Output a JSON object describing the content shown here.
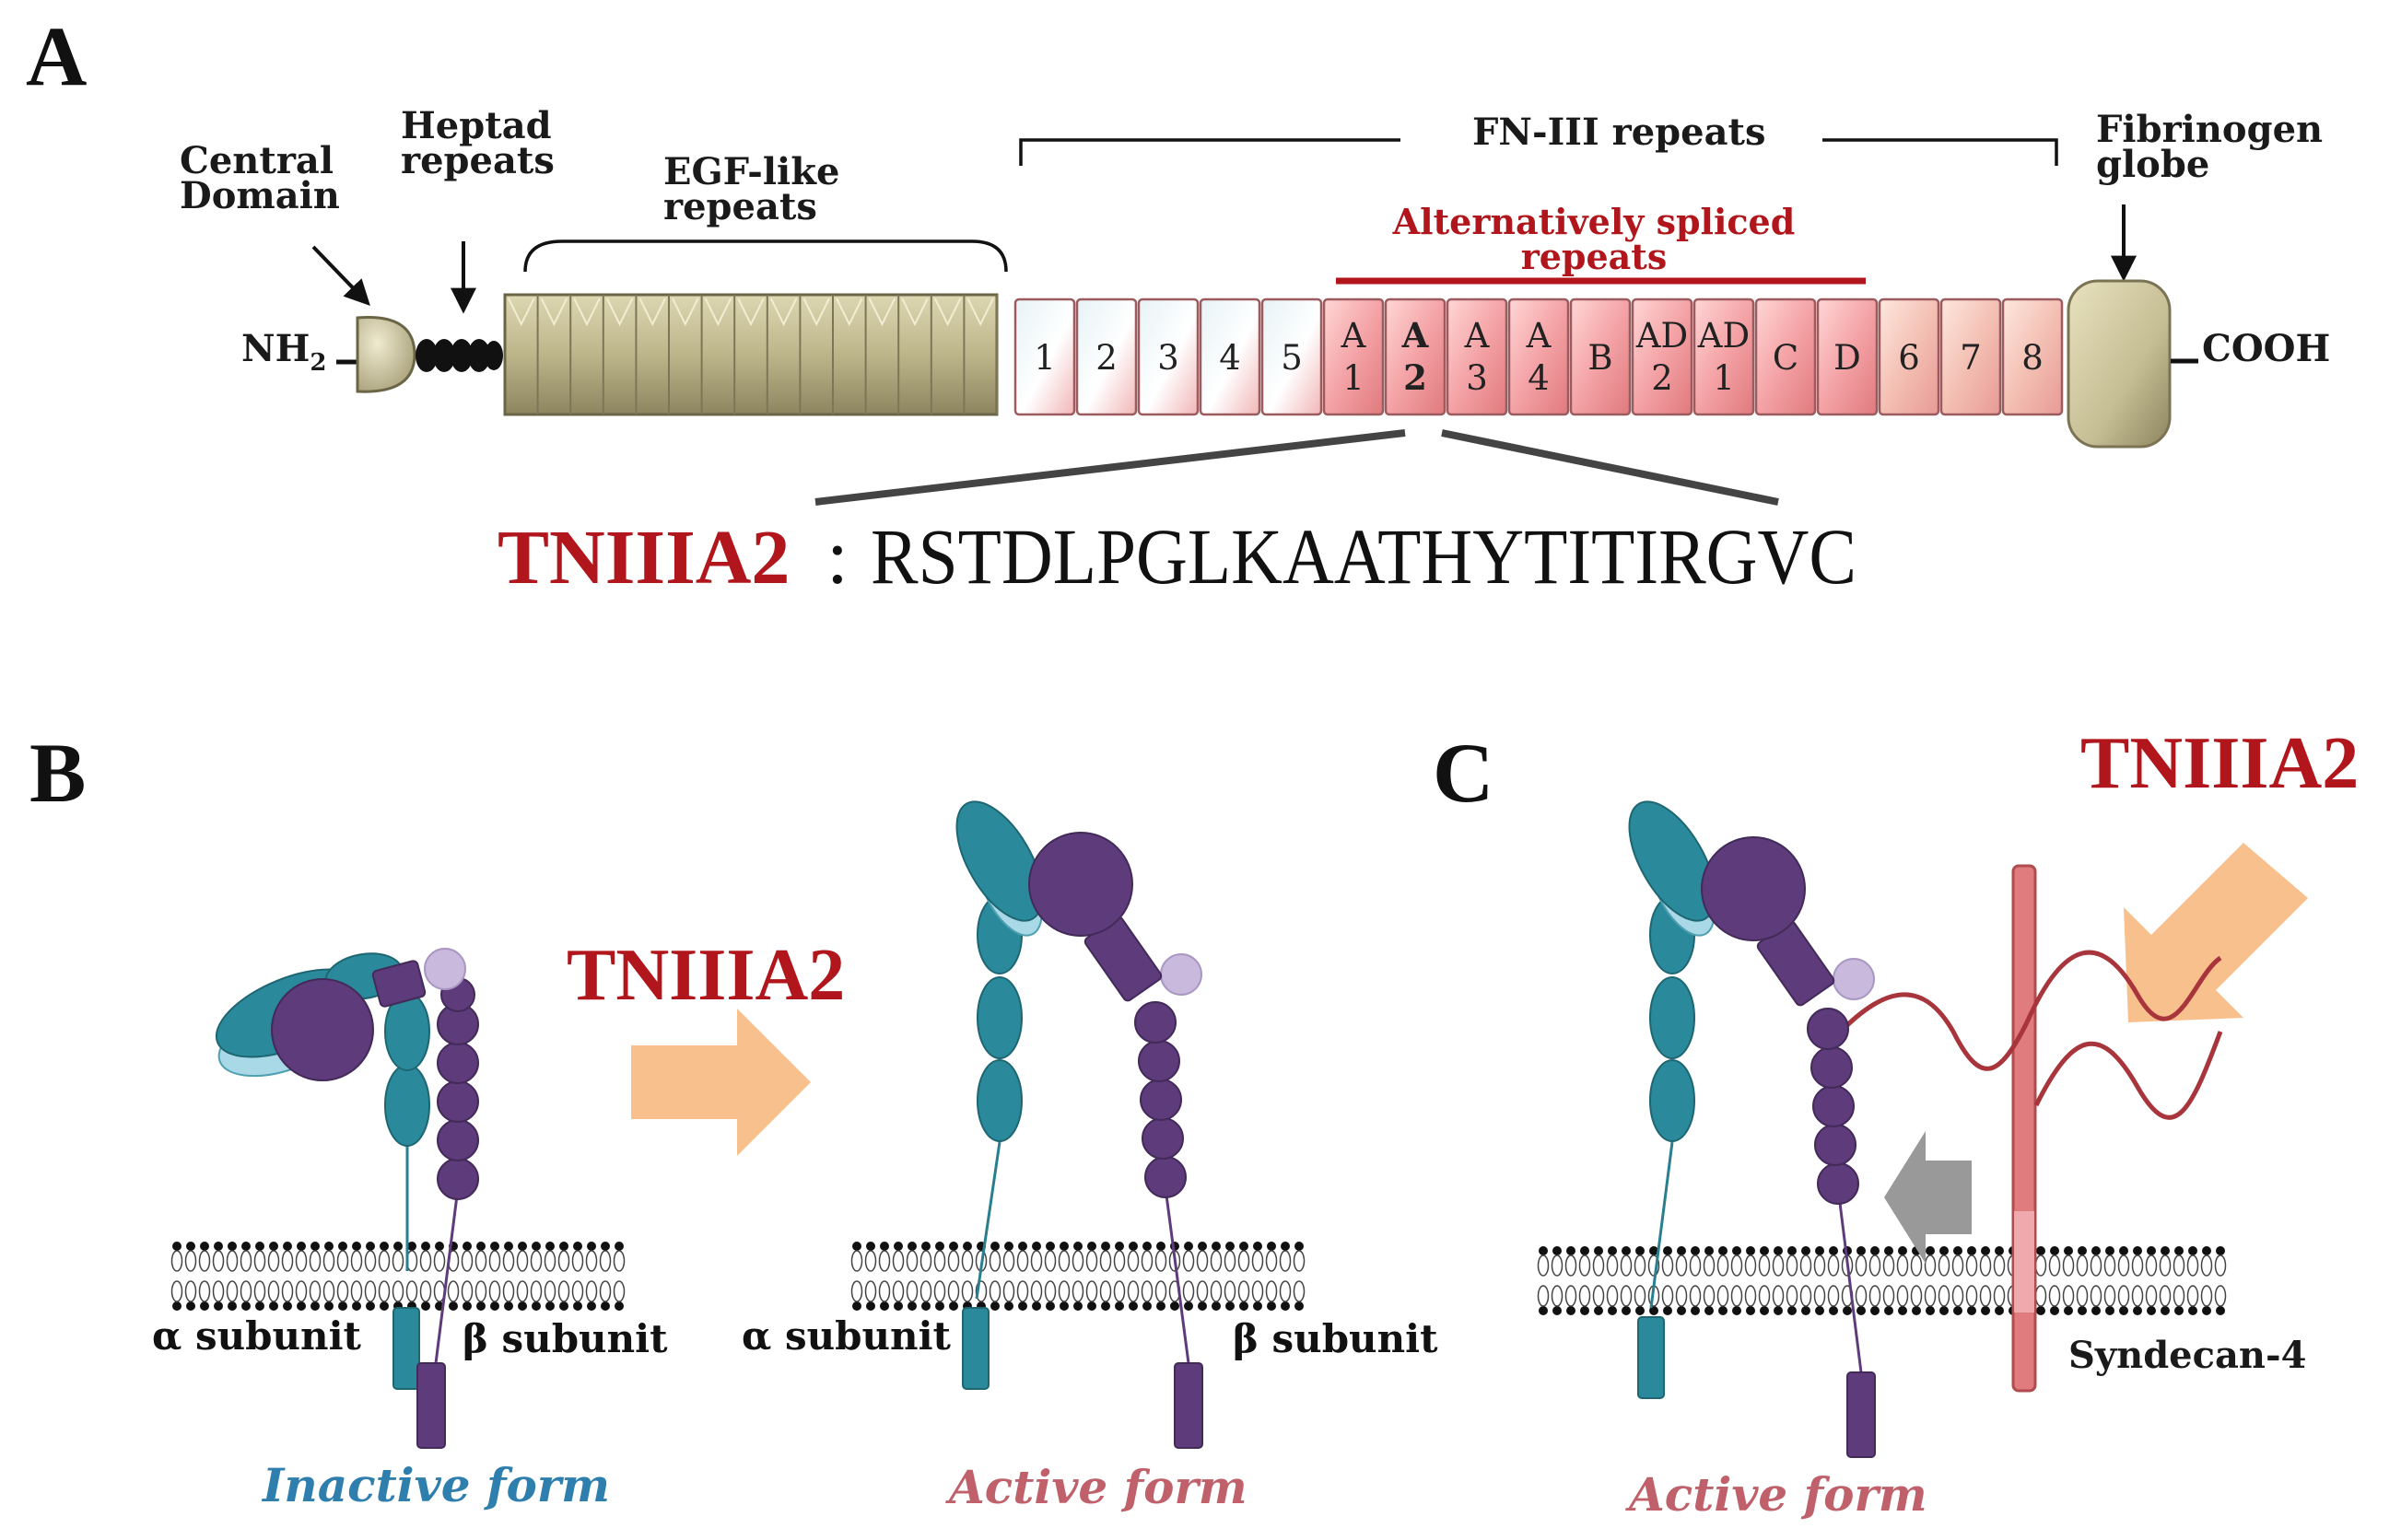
{
  "panel_a": {
    "letter": "A",
    "central_domain": [
      "Central",
      "Domain"
    ],
    "heptad": [
      "Heptad",
      "repeats"
    ],
    "egf": [
      "EGF-like",
      "repeats"
    ],
    "fn3": "FN-III repeats",
    "fibrinogen": [
      "Fibrinogen",
      "globe"
    ],
    "alt_spliced": [
      "Alternatively spliced",
      "repeats"
    ],
    "nh2": "NH",
    "nh2_sub": "2",
    "cooh": "COOH",
    "fn_repeats": [
      {
        "top": "1",
        "bottom": "",
        "kind": "const"
      },
      {
        "top": "2",
        "bottom": "",
        "kind": "const"
      },
      {
        "top": "3",
        "bottom": "",
        "kind": "const"
      },
      {
        "top": "4",
        "bottom": "",
        "kind": "const"
      },
      {
        "top": "5",
        "bottom": "",
        "kind": "const"
      },
      {
        "top": "A",
        "bottom": "1",
        "kind": "alt"
      },
      {
        "top": "A",
        "bottom": "2",
        "kind": "alt-bold"
      },
      {
        "top": "A",
        "bottom": "3",
        "kind": "alt"
      },
      {
        "top": "A",
        "bottom": "4",
        "kind": "alt"
      },
      {
        "top": "B",
        "bottom": "",
        "kind": "alt"
      },
      {
        "top": "AD",
        "bottom": "2",
        "kind": "alt"
      },
      {
        "top": "AD",
        "bottom": "1",
        "kind": "alt"
      },
      {
        "top": "C",
        "bottom": "",
        "kind": "alt"
      },
      {
        "top": "D",
        "bottom": "",
        "kind": "alt"
      },
      {
        "top": "6",
        "bottom": "",
        "kind": "const2"
      },
      {
        "top": "7",
        "bottom": "",
        "kind": "const2"
      },
      {
        "top": "8",
        "bottom": "",
        "kind": "const2"
      }
    ],
    "peptide_name": "TNIIIA2",
    "peptide_colon": ":",
    "peptide_seq": "RSTDLPGLKAATHYTITIRGVC"
  },
  "panel_b": {
    "letter": "B",
    "stimulus": "TNIIIA2",
    "alpha_left": "α subunit",
    "beta_left": "β subunit",
    "alpha_right": "α subunit",
    "beta_right": "β subunit",
    "inactive": "Inactive form",
    "active": "Active form"
  },
  "panel_c": {
    "letter": "C",
    "stimulus": "TNIIIA2",
    "syndecan": "Syndecan-4",
    "active": "Active form"
  },
  "colors": {
    "red": "#b0161b",
    "teal": "#2a8a9c",
    "light_teal": "#a9d9e6",
    "purple": "#5e3b7a",
    "light_purple": "#c9b9dd",
    "orange_arrow": "#f8c08c",
    "inactive_blue": "#2f7fae",
    "active_pink": "#c0606a",
    "egf_khaki": "#bdb58a",
    "fn_pink": "#f1a3a5",
    "syndecan": "#e07b7e"
  }
}
